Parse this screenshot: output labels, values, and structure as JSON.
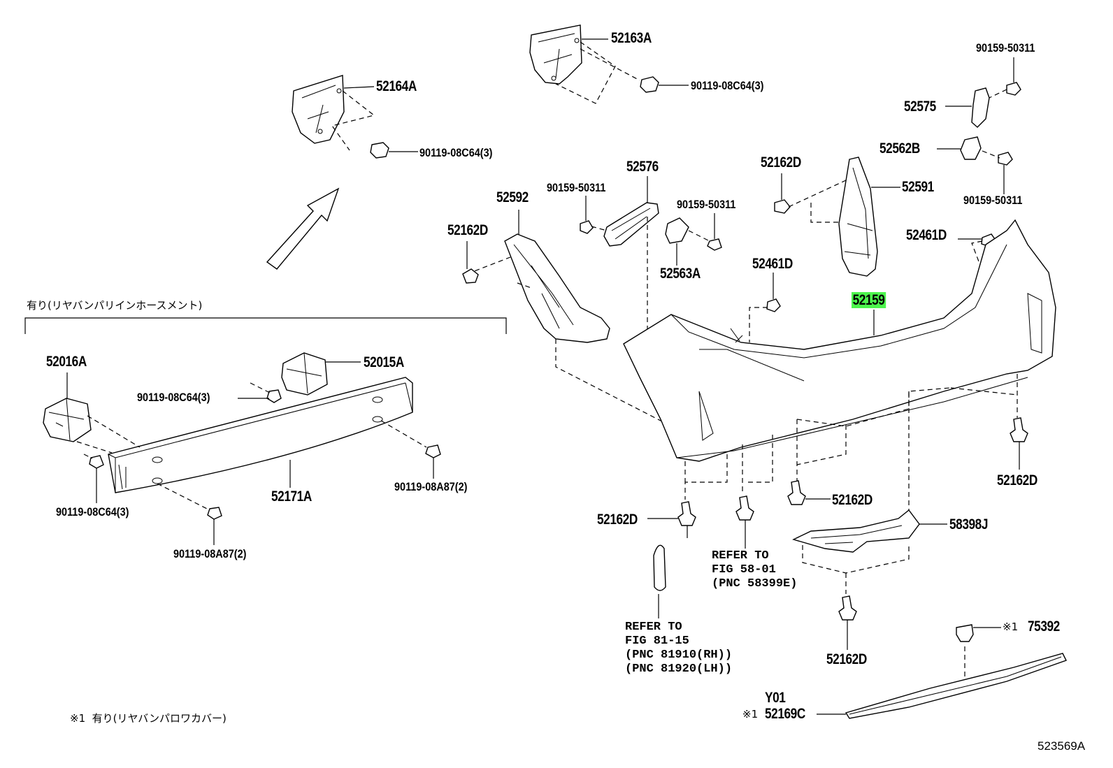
{
  "labels": {
    "p_52163A": "52163A",
    "p_52164A": "52164A",
    "p_90119_08C64_a": "90119-08C64(3)",
    "p_90119_08C64_b": "90119-08C64(3)",
    "p_90159_50311_a": "90159-50311",
    "p_52575": "52575",
    "p_52562B": "52562B",
    "p_90159_50311_b": "90159-50311",
    "p_52162D_a": "52162D",
    "p_52591": "52591",
    "p_52576": "52576",
    "p_90159_50311_c": "90159-50311",
    "p_52592": "52592",
    "p_90159_50311_d": "90159-50311",
    "p_52162D_b": "52162D",
    "p_52563A": "52563A",
    "p_52461D_a": "52461D",
    "p_52461D_b": "52461D",
    "p_52159": "52159",
    "p_52016A": "52016A",
    "p_52015A": "52015A",
    "p_90119_08C64_c": "90119-08C64(3)",
    "p_90119_08C64_d": "90119-08C64(3)",
    "p_52171A": "52171A",
    "p_90119_08A87_a": "90119-08A87(2)",
    "p_90119_08A87_b": "90119-08A87(2)",
    "p_52162D_c": "52162D",
    "p_52162D_d": "52162D",
    "p_52162D_e": "52162D",
    "p_58398J": "58398J",
    "p_52162D_f": "52162D",
    "p_75392": "75392",
    "p_Y01": "Y01",
    "p_52169C": "52169C",
    "mark_75392": "※1",
    "mark_52169C": "※1"
  },
  "group_label": "有り(リヤバンパリインホースメント)",
  "footnote": "※1  有り(リヤバンパロワカバー)",
  "refer_1": "REFER TO\nFIG 58-01\n(PNC 58399E)",
  "refer_2": "REFER TO\nFIG 81-15\n(PNC 81910(RH))\n(PNC 81920(LH))",
  "diagram_id": "523569A",
  "highlighted_part": "52159",
  "highlight_color": "#4df54d"
}
